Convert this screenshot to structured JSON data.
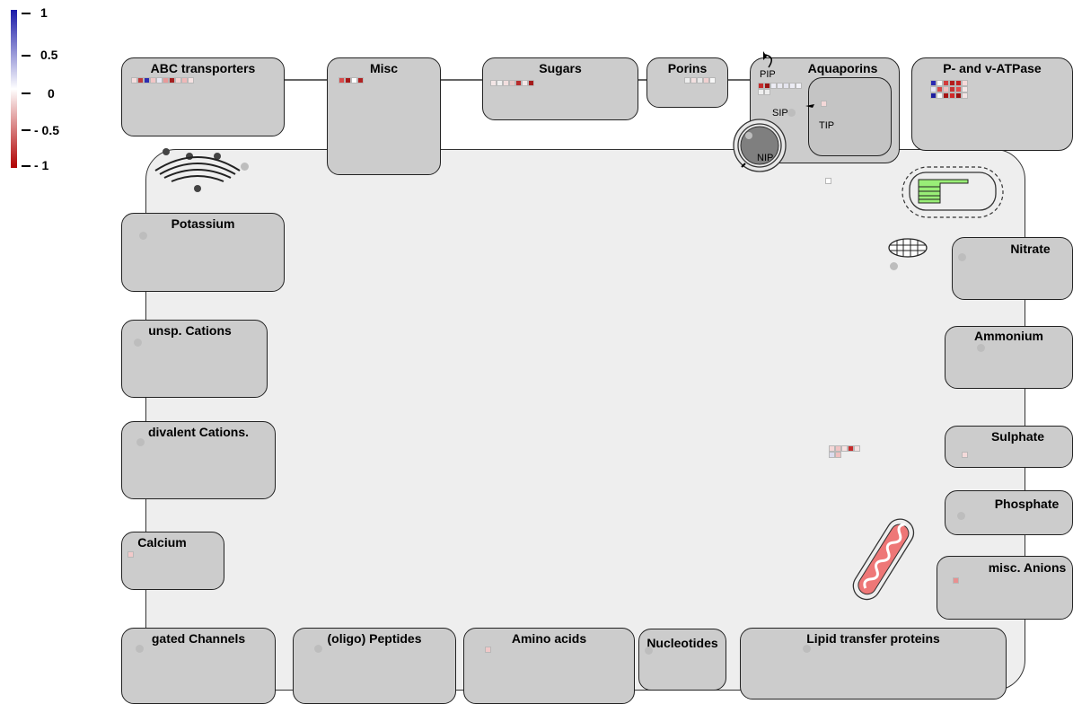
{
  "legend": {
    "labels": [
      "1",
      "0.5",
      "0",
      "- 0.5",
      "- 1"
    ],
    "color_high": "#1a1aa8",
    "color_mid": "#ffffff",
    "color_low": "#b00000"
  },
  "bins": {
    "abc": "ABC transporters",
    "misc": "Misc",
    "sugars": "Sugars",
    "porins": "Porins",
    "aquaporins": "Aquaporins",
    "atpase": "P- and v-ATPase",
    "potassium": "Potassium",
    "unsp_cations": "unsp. Cations",
    "divalent": "divalent Cations.",
    "calcium": "Calcium",
    "gated": "gated Channels",
    "peptides": "(oligo) Peptides",
    "amino": "Amino acids",
    "nucleotides": "Nucleotides",
    "lipid": "Lipid transfer proteins",
    "nitrate": "Nitrate",
    "ammonium": "Ammonium",
    "sulphate": "Sulphate",
    "phosphate": "Phosphate",
    "misc_anions": "misc. Anions"
  },
  "aquaporin_labels": {
    "pip": "PIP",
    "tip": "TIP",
    "sip": "SIP",
    "nip": "NIP"
  },
  "colors": {
    "cell_fill": "#eeeeee",
    "box_fill": "#cccccc",
    "chloroplast": "#99ee77",
    "mitochondrion": "#ee7777"
  },
  "heat": {
    "abc": [
      "#f4dede",
      "#c03a3a",
      "#2d2db0",
      "#f2c6c6",
      "#e8e8f4",
      "#e89a9a",
      "#a52020",
      "#f3d2d2",
      "#f0b8b8",
      "#f6e2e2"
    ],
    "misc": [
      "#d64a4a",
      "#a81818",
      "#ffffff",
      "#b02222"
    ],
    "sugars": [
      "#f3e6e6",
      "#efefef",
      "#f2dede",
      "#e2c6c6",
      "#b82a2a",
      "#f2e6e6",
      "#a51a1a"
    ],
    "porins": [
      "#eeeeee",
      "#f3e0e0",
      "#e8e8e8",
      "#f0d0d0",
      "#f7f7f7"
    ],
    "pip": [
      "#c62a2a",
      "#9a1414",
      "#ececf4",
      "#e8e8f0",
      "#e4e4ee",
      "#ececf4",
      "#f2f2f8",
      "#efefef",
      "#ececec"
    ],
    "tip": [
      "#f4d8d8"
    ],
    "free1": [
      "#ffffff"
    ],
    "atpase": [
      "#2a2ab2",
      "#f6f6f6",
      "#d23c3c",
      "#b21c1c",
      "#c41e1e",
      "#f6dada",
      "#e6e6f4",
      "#d64646",
      "#f2c0c0",
      "#c83232",
      "#e04a4a",
      "#f4e8e8",
      "#1e1ea0",
      "#f7f7f7",
      "#a61414",
      "#d02a2a",
      "#9e1010",
      "#f2e4e4"
    ],
    "cluster": [
      "#f5d8d8",
      "#f0c4c4",
      "#f7e2e2",
      "#c62a2a",
      "#f3e0e0",
      "#dcdcee",
      "#f0c0c0"
    ],
    "sulphate": [
      "#f4dada"
    ],
    "calcium": [
      "#f2caca"
    ],
    "misc_anions": [
      "#e89090"
    ],
    "amino": [
      "#f0c8c8"
    ]
  }
}
